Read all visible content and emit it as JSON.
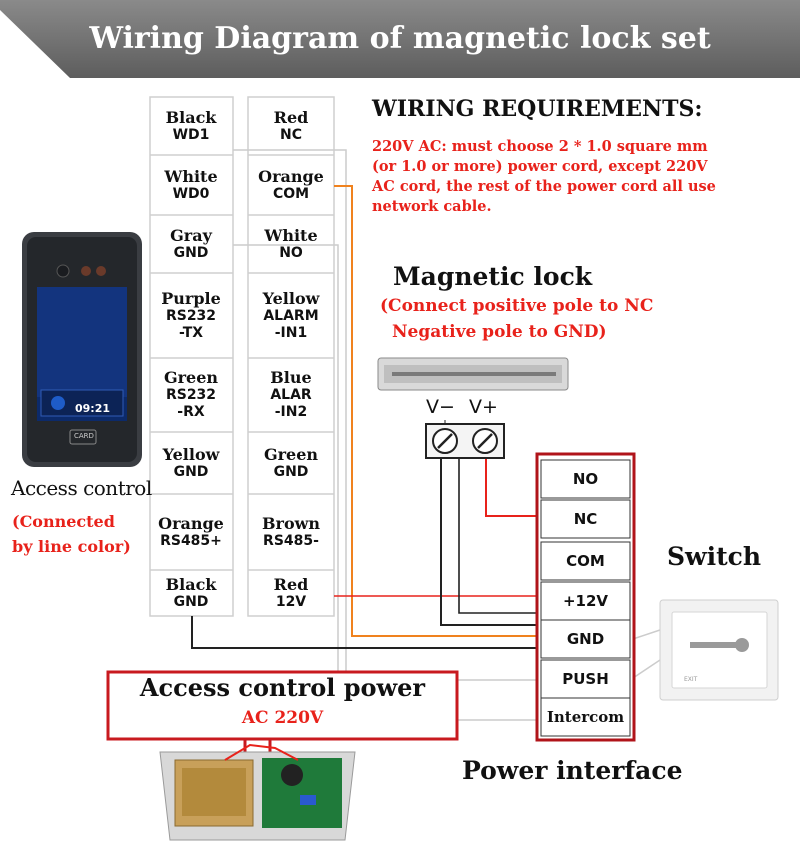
{
  "banner": {
    "title": "Wiring Diagram of magnetic lock set"
  },
  "left_column": [
    {
      "color": "Black",
      "signal": "WD1"
    },
    {
      "color": "White",
      "signal": "WD0"
    },
    {
      "color": "Gray",
      "signal": "GND"
    },
    {
      "color": "Purple",
      "signal": "RS232\n-TX"
    },
    {
      "color": "Green",
      "signal": "RS232\n-RX"
    },
    {
      "color": "Yellow",
      "signal": "GND"
    },
    {
      "color": "Orange",
      "signal": "RS485+"
    },
    {
      "color": "Black",
      "signal": "GND"
    }
  ],
  "right_column": [
    {
      "color": "Red",
      "signal": "NC"
    },
    {
      "color": "Orange",
      "signal": "COM"
    },
    {
      "color": "White",
      "signal": "NO"
    },
    {
      "color": "Yellow",
      "signal": "ALARM\n-IN1"
    },
    {
      "color": "Blue",
      "signal": "ALAR\n-IN2"
    },
    {
      "color": "Green",
      "signal": "GND"
    },
    {
      "color": "Brown",
      "signal": "RS485-"
    },
    {
      "color": "Red",
      "signal": "12V"
    }
  ],
  "requirements": {
    "title": "WIRING REQUIREMENTS:",
    "lines": [
      "220V AC: must choose 2 * 1.0 square mm",
      "(or 1.0 or more) power cord, except 220V",
      "AC cord, the rest of the power cord all use",
      "network cable."
    ]
  },
  "magnetic_lock": {
    "title": "Magnetic lock",
    "note_line1": "(Connect positive pole to NC",
    "note_line2": "Negative pole to GND)",
    "terminal_minus": "V−",
    "terminal_plus": "V+"
  },
  "access_control": {
    "title": "Access control",
    "note_line1": "(Connected",
    "note_line2": "by line color)",
    "screen_time": "09:21",
    "card_label": "CARD"
  },
  "power_interface": {
    "title": "Power interface",
    "terminals": [
      "NO",
      "NC",
      "COM",
      "+12V",
      "GND",
      "PUSH",
      "Intercom"
    ]
  },
  "switch": {
    "title": "Switch",
    "plate_label": "EXIT"
  },
  "power_supply": {
    "title": "Access control power",
    "voltage": "AC 220V"
  },
  "colors": {
    "accent_red": "#e8221b",
    "wire_orange": "#f0821e",
    "wire_red": "#e8221b",
    "wire_dark": "#222222",
    "wire_gray": "#cccccc"
  }
}
